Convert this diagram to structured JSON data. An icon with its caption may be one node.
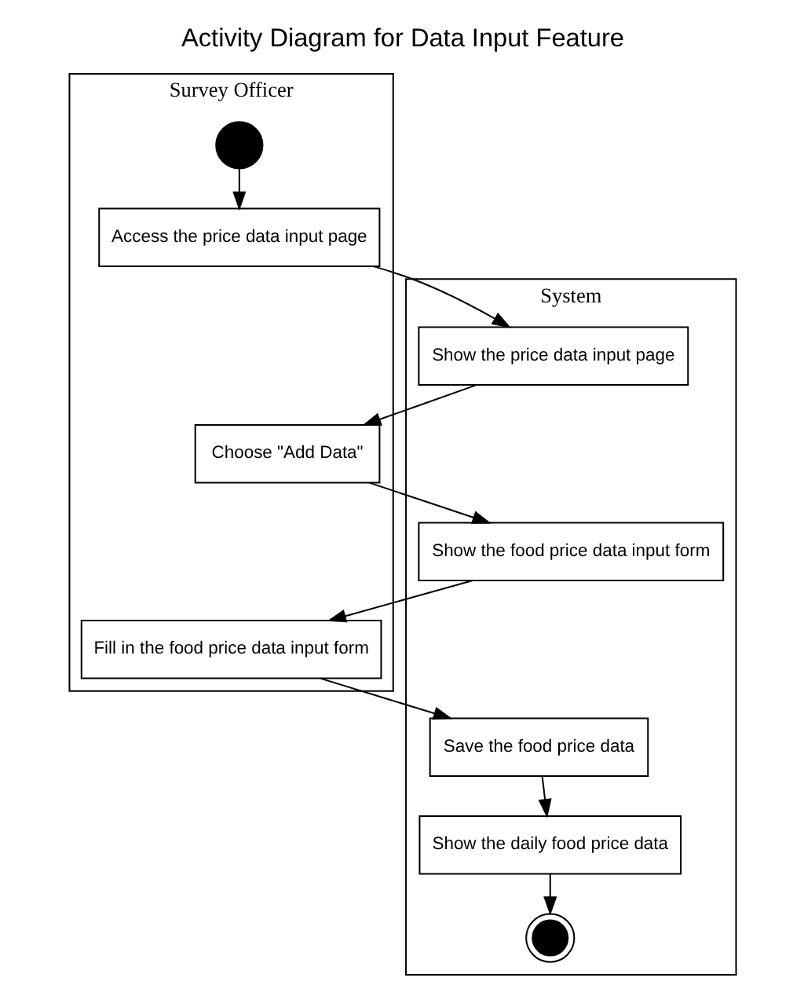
{
  "diagram": {
    "title": "Activity Diagram for Data Input Feature",
    "nodes": [
      {
        "text": [
          "Survey Officer"
        ]
      },
      {
        "text": [
          "System"
        ]
      },
      {
        "text": [],
        "shape": "circle",
        "in": 0
      },
      {
        "text": [
          "Access the price data input page"
        ],
        "in": 0
      },
      {
        "text": [
          "Show the price data input page"
        ],
        "in": 1
      },
      {
        "text": [
          "Choose \"Add Data\""
        ],
        "in": 0
      },
      {
        "text": [
          "Show the food price data input form"
        ],
        "in": 1
      },
      {
        "text": [
          "Fill in the food price data input form"
        ],
        "in": 0
      },
      {
        "text": [
          "Save the food price data"
        ],
        "in": 1
      },
      {
        "text": [
          "Show the daily food price data"
        ],
        "in": 1
      },
      {
        "text": [],
        "shape": "bullseye",
        "in": 1
      }
    ],
    "edges": [
      {
        "from": 2,
        "to": 3,
        "arrow": "to"
      },
      {
        "from": 3,
        "to": 4,
        "arrow": "to"
      },
      {
        "from": 4,
        "to": 5,
        "arrow": "to"
      },
      {
        "from": 5,
        "to": 6,
        "arrow": "to"
      },
      {
        "from": 6,
        "to": 7,
        "arrow": "to"
      },
      {
        "from": 7,
        "to": 8,
        "arrow": "to"
      },
      {
        "from": 8,
        "to": 9,
        "arrow": "to"
      },
      {
        "from": 9,
        "to": 10,
        "arrow": "to"
      }
    ]
  }
}
